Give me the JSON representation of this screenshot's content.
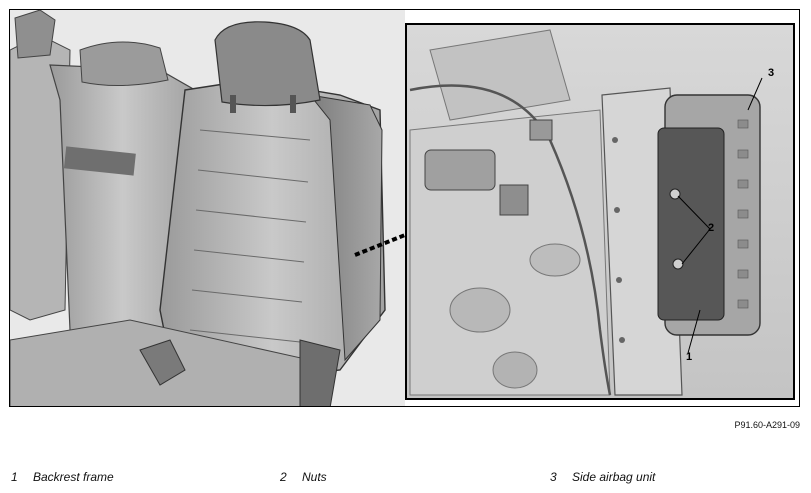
{
  "figure": {
    "code": "P91.60-A291-09",
    "callouts": [
      "3",
      "2",
      "1"
    ]
  },
  "legend": [
    {
      "number": "1",
      "label": "Backrest frame"
    },
    {
      "number": "2",
      "label": "Nuts"
    },
    {
      "number": "3",
      "label": "Side airbag unit"
    }
  ]
}
